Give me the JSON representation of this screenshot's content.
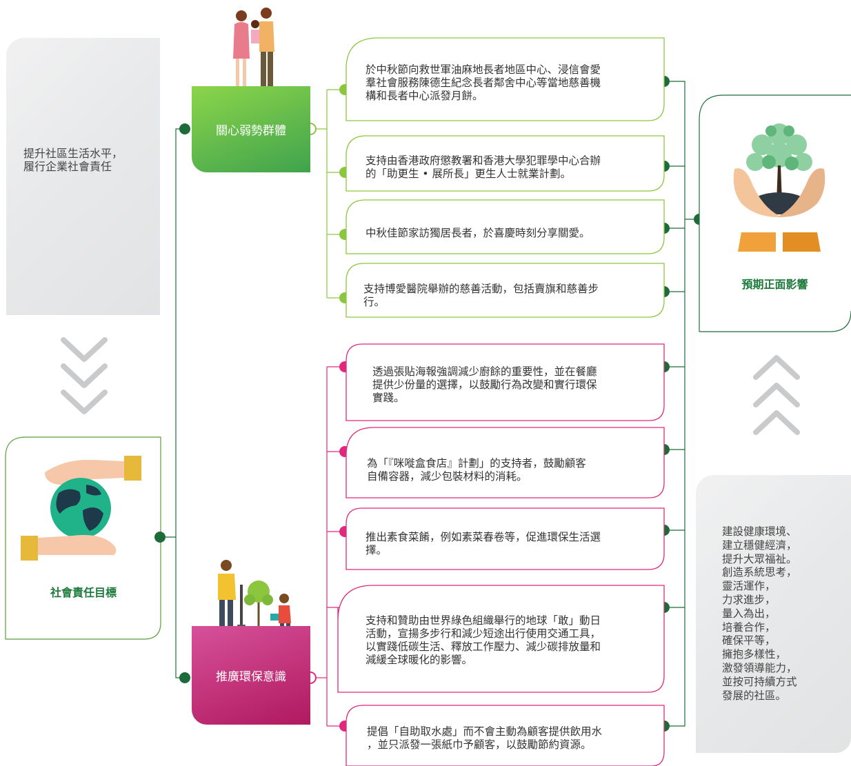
{
  "left_goal": {
    "text_line1": "提升社區生活水平，",
    "text_line2": "履行企業社會責任"
  },
  "csr_goal": {
    "title": "社會責任目標"
  },
  "impact": {
    "title": "預期正面影響"
  },
  "outcome": {
    "lines": [
      "建設健康環境、",
      "建立穩健經濟，",
      "提升大眾福祉。",
      "創造系統思考，",
      "靈活運作，",
      "力求進步，",
      "量入為出，",
      "培養合作，",
      "確保平等，",
      "擁抱多樣性，",
      "激發領導能力，",
      "並按可持續方式",
      "發展的社區。"
    ]
  },
  "categories": {
    "care": {
      "label": "關心弱勢群體",
      "color_from": "#8cd54a",
      "color_to": "#4caf50"
    },
    "env": {
      "label": "推廣環保意識",
      "color_from": "#e8398a",
      "color_to": "#b01a64"
    }
  },
  "care_items": [
    {
      "lines": [
        "於中秋節向救世軍油麻地長者地區中心、浸信會愛",
        "羣社會服務陳德生紀念長者鄰舍中心等當地慈善機",
        "構和長者中心派發月餅。"
      ]
    },
    {
      "lines": [
        "支持由香港政府懲教署和香港大學犯罪學中心合辦",
        "的「助更生 • 展所長」更生人士就業計劃。"
      ]
    },
    {
      "lines": [
        "中秋佳節家訪獨居長者，於喜慶時刻分享關愛。"
      ]
    },
    {
      "lines": [
        "支持博愛醫院舉辦的慈善活動，包括賣旗和慈善步",
        "行。"
      ]
    }
  ],
  "env_items": [
    {
      "lines": [
        "透過張貼海報強調減少廚餘的重要性，並在餐廳",
        "提供少份量的選擇，以鼓勵行為改變和實行環保",
        "實踐。"
      ]
    },
    {
      "lines": [
        "為「『咪嘥盒食店』計劃」的支持者，鼓勵顧客",
        "自備容器，減少包裝材料的消耗。"
      ]
    },
    {
      "lines": [
        "推出素食菜餚，例如素菜春卷等，促進環保生活選",
        "擇。"
      ]
    },
    {
      "lines": [
        "支持和贊助由世界綠色組織舉行的地球「敢」動日",
        "活動，宣揚多步行和減少短途出行使用交通工具，",
        "以實踐低碳生活、釋放工作壓力、減少碳排放量和",
        "減緩全球暖化的影響。"
      ]
    },
    {
      "lines": [
        "提倡「自助取水處」而不會主動為顧客提供飲用水",
        "，並只派發一張紙巾予顧客，以鼓勵節約資源。"
      ]
    }
  ],
  "colors": {
    "dark_green": "#1e6b3a",
    "light_green": "#8cc63f",
    "pink": "#e0287d"
  },
  "icons": [
    "family-illustration",
    "earth-in-hands-icon",
    "tree-in-hands-icon",
    "gardening-people-illustration",
    "chevron-down-icon",
    "chevron-up-icon"
  ]
}
